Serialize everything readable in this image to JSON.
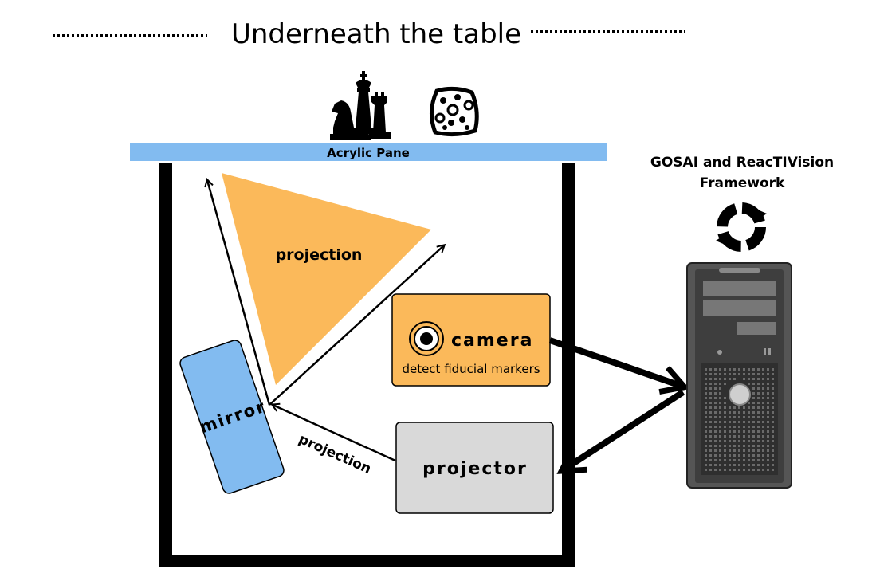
{
  "title": "Underneath the table",
  "acrylic_pane": {
    "label": "Acrylic Pane",
    "color": "#82BBF0"
  },
  "framework": {
    "line1": "GOSAI and ReacTIVision",
    "line2": "Framework"
  },
  "projection_cone": {
    "label": "projection",
    "color": "#FBB95A"
  },
  "camera": {
    "label": "camera",
    "sublabel": "detect fiducial markers",
    "color": "#FBB95A"
  },
  "projector": {
    "label": "projector",
    "color": "#D9D9D9"
  },
  "mirror": {
    "label": "mirror",
    "color": "#82BBF0"
  },
  "projection_beam": {
    "label": "projection"
  },
  "icons": {
    "chess": "chess-pieces-icon",
    "fiducial": "fiducial-marker-icon",
    "sync": "sync-cycle-icon",
    "computer": "desktop-tower-icon",
    "camera_lens": "camera-lens-icon"
  },
  "colors": {
    "frame": "#000000",
    "background": "#FFFFFF"
  }
}
